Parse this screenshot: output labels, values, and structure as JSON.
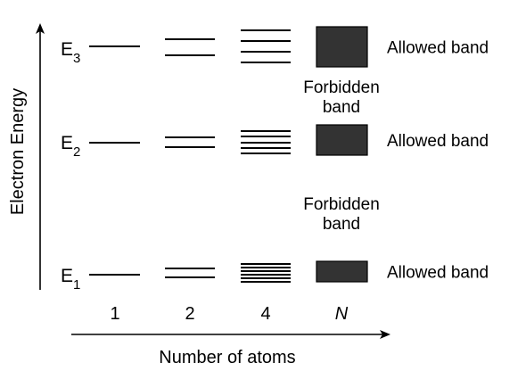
{
  "y_axis_label": "Electron Energy",
  "x_axis_label": "Number of atoms",
  "columns": [
    {
      "label": "1",
      "italic": false
    },
    {
      "label": "2",
      "italic": false
    },
    {
      "label": "4",
      "italic": false
    },
    {
      "label": "N",
      "italic": true
    }
  ],
  "levels": [
    {
      "letter": "E",
      "subscript": "3",
      "allowed_label": "Allowed band"
    },
    {
      "letter": "E",
      "subscript": "2",
      "allowed_label": "Allowed band"
    },
    {
      "letter": "E",
      "subscript": "1",
      "allowed_label": "Allowed band"
    }
  ],
  "forbidden_bands": [
    {
      "line1": "Forbidden",
      "line2": "band"
    },
    {
      "line1": "Forbidden",
      "line2": "band"
    }
  ],
  "colors": {
    "band_fill": "#333333",
    "line": "#000000"
  }
}
